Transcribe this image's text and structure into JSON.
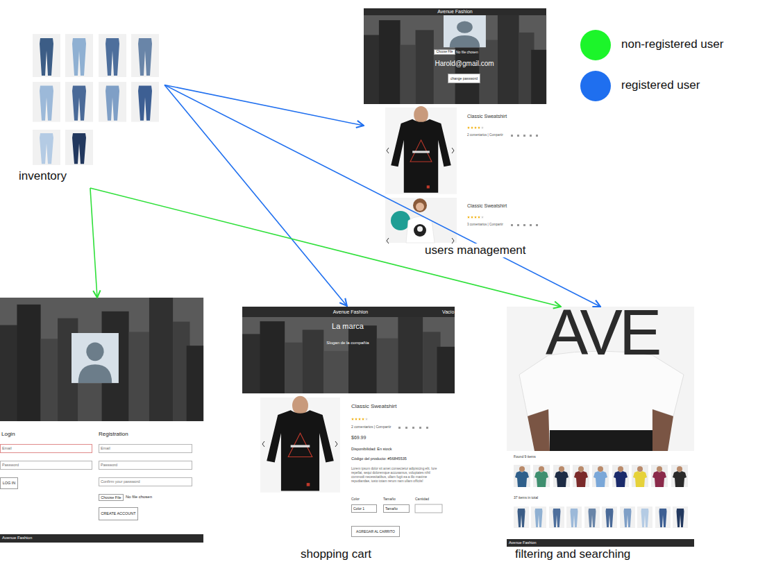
{
  "diagram": {
    "nodes": [
      {
        "text": [
          "inventory"
        ]
      },
      {
        "text": [
          "users management",
          "No file chosen",
          "Harold@gmail.com",
          "Classic Sweatshirt",
          "2 comentarios | Compartir",
          "Classic Sweatshirt",
          "3 comentarios | Compartir"
        ]
      },
      {
        "text": [
          "Avenue Fashion"
        ],
        "in": 1
      },
      {
        "text": [
          "Choose File"
        ],
        "in": 1
      },
      {
        "text": [
          "change password"
        ],
        "in": 1
      },
      {
        "text": [
          "Login",
          "Registration",
          "No file chosen"
        ]
      },
      {
        "text": [
          "Email"
        ],
        "in": 5
      },
      {
        "text": [
          "Password"
        ],
        "in": 5
      },
      {
        "text": [
          "LOG IN"
        ],
        "in": 5
      },
      {
        "text": [
          "Email"
        ],
        "in": 5
      },
      {
        "text": [
          "Password"
        ],
        "in": 5
      },
      {
        "text": [
          "Confirm your password"
        ],
        "in": 5
      },
      {
        "text": [
          "Choose File"
        ],
        "in": 5
      },
      {
        "text": [
          "CREATE ACCOUNT"
        ],
        "in": 5
      },
      {
        "text": [
          "Avenue Fashion"
        ],
        "in": 5
      },
      {
        "text": [
          "shopping cart",
          "La marca",
          "Slogan de la compañía",
          "Classic Sweatshirt",
          "2 comentarios | Compartir",
          "$69.99",
          "Disponibilidad: En stock",
          "Código del producto: #56845535",
          "Lorem ipsum dolor sit amet consectetur adipisicing elit. Iure repellat, sequi doloremque accusamus, voluptates nihil commodi necessitatibus, ullam fugit ea a illo maxime repudiandae, iusto totam rerum nam ullam officiis!",
          "Color",
          "Tamaño",
          "Cantidad"
        ]
      },
      {
        "text": [
          "Avenue Fashion",
          "Vacío"
        ],
        "in": 15
      },
      {
        "text": [
          "Color 1"
        ],
        "in": 15
      },
      {
        "text": [
          "Tamaño"
        ],
        "in": 15
      },
      {
        "text": [
          "AGREGAR AL CARRITO"
        ],
        "in": 15
      },
      {
        "text": [
          "filtering and searching",
          "AVE",
          "Found 9 items",
          "37 items in total"
        ]
      },
      {
        "text": [
          "Avenue Fashion"
        ],
        "in": 20
      }
    ],
    "edges": [
      {
        "from": 0,
        "to": 1,
        "arrow": "to"
      },
      {
        "from": 0,
        "to": 15,
        "arrow": "to"
      },
      {
        "from": 0,
        "to": 20,
        "arrow": "to"
      },
      {
        "from": 0,
        "to": 5,
        "arrow": "to"
      },
      {
        "from": 0,
        "to": 20,
        "arrow": "to"
      }
    ],
    "legend": [
      {
        "text": "non-registered user",
        "color": "#1cf52a"
      },
      {
        "text": "registered user",
        "color": "#1f6fef"
      }
    ]
  }
}
